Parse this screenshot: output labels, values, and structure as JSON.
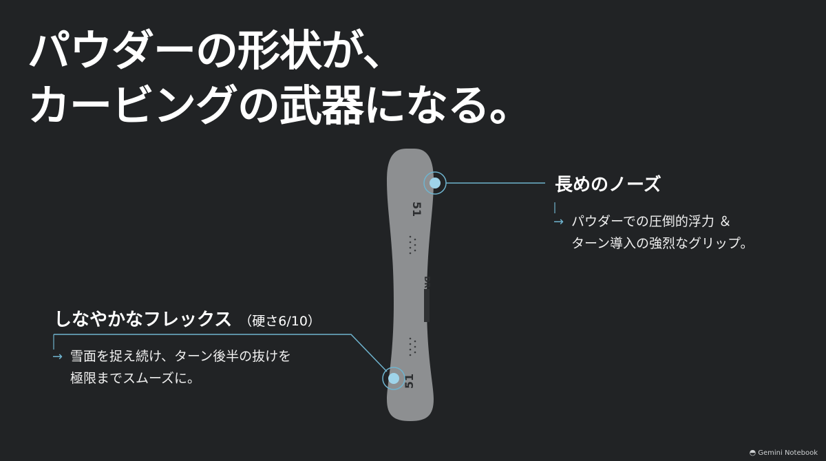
{
  "headline": {
    "line1": "パウダーの形状が、",
    "line2": "カービングの武器になる。"
  },
  "board": {
    "nose_mark": "51",
    "middle_mark": "DR",
    "tail_mark": "51",
    "color": "#8d8f91"
  },
  "callout_nose": {
    "title": "長めのノーズ",
    "line1": "パウダーでの圧倒的浮力 ＆",
    "line2": "ターン導入の強烈なグリップ。"
  },
  "callout_flex": {
    "title": "しなやかなフレックス",
    "subtitle": "（硬さ6/10）",
    "line1": "雪面を捉え続け、ターン後半の抜けを",
    "line2": "極限までスムーズに。"
  },
  "accent_color": "#6fb4cf",
  "footer": {
    "brand": "Gemini Notebook",
    "icon": "notebook-logo-icon"
  }
}
